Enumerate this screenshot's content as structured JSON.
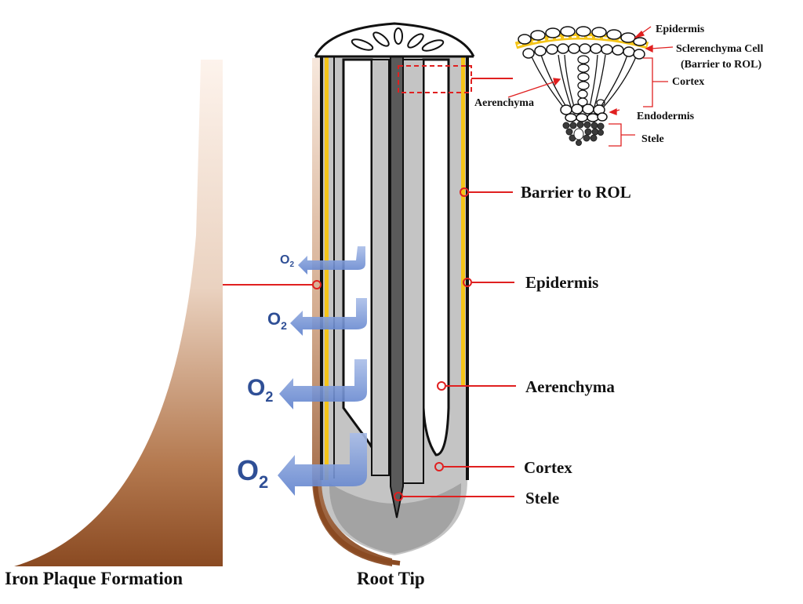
{
  "colors": {
    "leader_line": "#e02020",
    "barrier": "#f5c518",
    "cortex": "#c4c4c4",
    "stele": "#5a5a5a",
    "root_cap": "#a8a8a8",
    "iron_plaque_dark": "#8a4a22",
    "iron_plaque_light": "#fbefe6",
    "oxygen_arrow": "#6f90d6",
    "oxygen_text": "#2f4f96"
  },
  "main_labels": {
    "barrier": "Barrier to ROL",
    "epidermis": "Epidermis",
    "aerenchyma": "Aerenchyma",
    "cortex": "Cortex",
    "stele": "Stele",
    "iron_plaque": "Iron Plaque Formation",
    "root_tip": "Root Tip"
  },
  "inset_labels": {
    "epidermis": "Epidermis",
    "sclerenchyma_line1": "Sclerenchyma Cell",
    "sclerenchyma_line2": "(Barrier to ROL)",
    "cortex": "Cortex",
    "aerenchyma": "Aerenchyma",
    "endodermis": "Endodermis",
    "stele": "Stele"
  },
  "oxygen": {
    "symbol": "O",
    "subscript": "2"
  }
}
